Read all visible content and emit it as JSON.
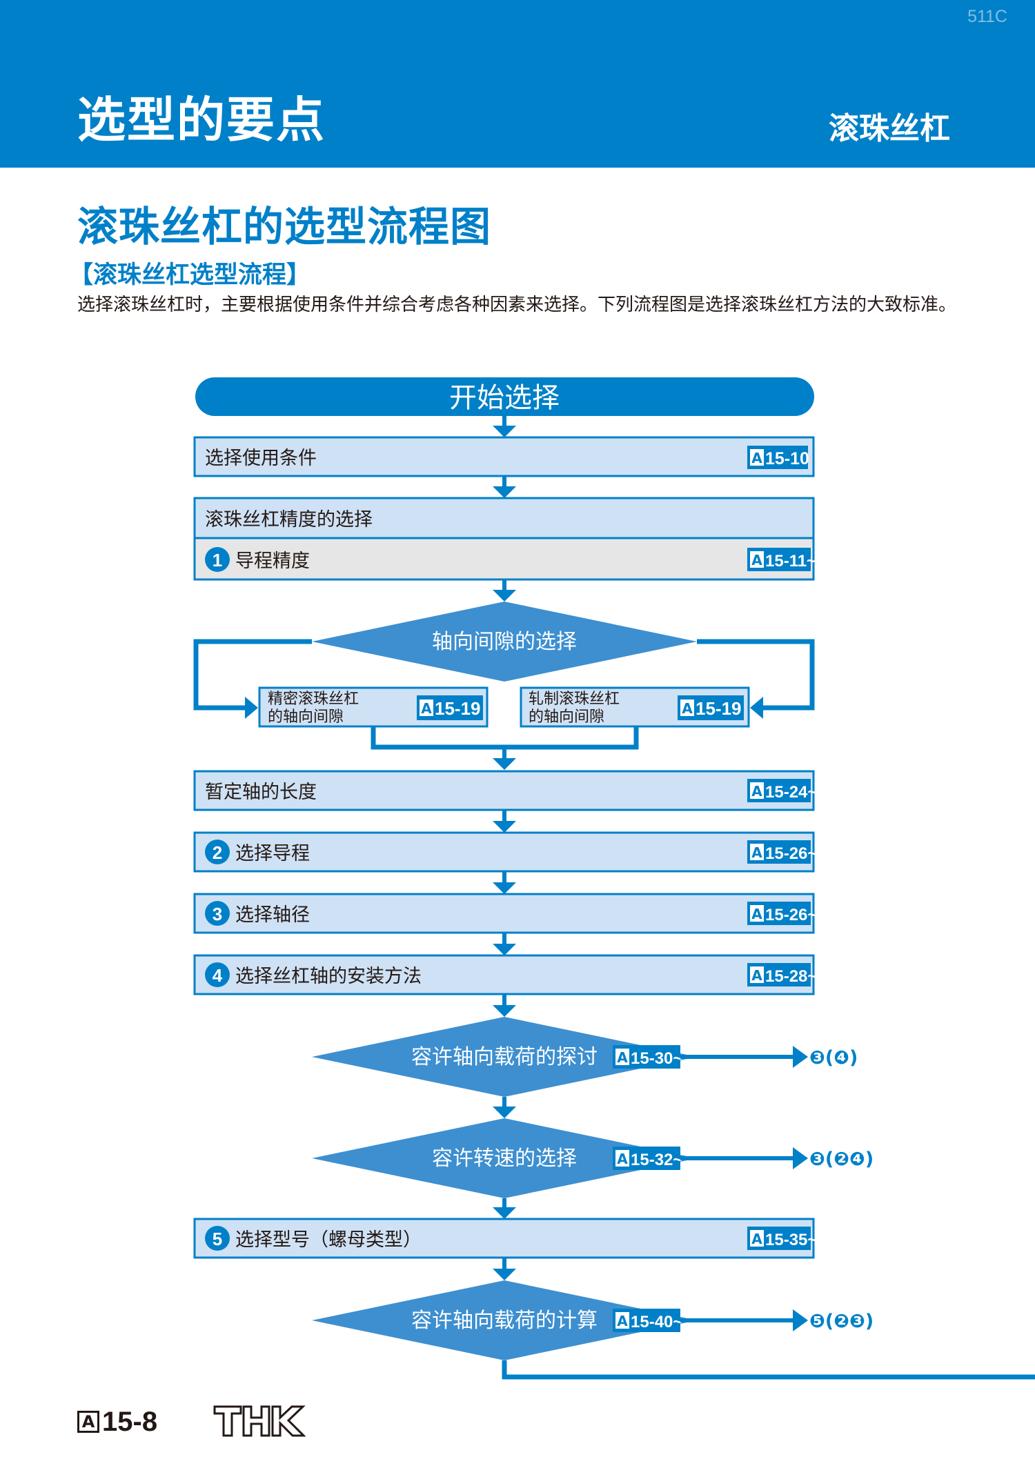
{
  "header": {
    "page_code": "511C",
    "title": "选型的要点",
    "subtitle": "滚珠丝杠"
  },
  "main_title": "滚珠丝杠的选型流程图",
  "section_title": "【滚珠丝杠选型流程】",
  "intro": "选择滚珠丝杠时，主要根据使用条件并综合考虑各种因素来选择。下列流程图是选择滚珠丝杠方法的大致标准。",
  "flow": {
    "start": "开始选择",
    "step_conditions": {
      "label": "选择使用条件",
      "ref": "15-10"
    },
    "accuracy_header": "滚珠丝杠精度的选择",
    "step_lead_accuracy": {
      "num": "1",
      "label": "导程精度",
      "ref": "15-11~"
    },
    "decision_axial_clearance": "轴向间隙的选择",
    "branch_precision": {
      "label_line1": "精密滚珠丝杠",
      "label_line2": "的轴向间隙",
      "ref": "15-19"
    },
    "branch_rolled": {
      "label_line1": "轧制滚珠丝杠",
      "label_line2": "的轴向间隙",
      "ref": "15-19"
    },
    "step_tentative_length": {
      "label": "暂定轴的长度",
      "ref": "15-24~"
    },
    "step_lead": {
      "num": "2",
      "label": "选择导程",
      "ref": "15-26~"
    },
    "step_diameter": {
      "num": "3",
      "label": "选择轴径",
      "ref": "15-26~"
    },
    "step_mounting": {
      "num": "4",
      "label": "选择丝杠轴的安装方法",
      "ref": "15-28~"
    },
    "decision_axial_load": {
      "label": "容许轴向载荷的探讨",
      "ref": "15-30~",
      "return": "❸(❹)"
    },
    "decision_speed": {
      "label": "容许转速的选择",
      "ref": "15-32~",
      "return": "❸(❷❹)"
    },
    "step_model": {
      "num": "5",
      "label": "选择型号（螺母类型）",
      "ref": "15-35~"
    },
    "decision_axial_calc": {
      "label": "容许轴向载荷的计算",
      "ref": "15-40~",
      "return": "❺(❷❸)"
    }
  },
  "footer": {
    "badge": "A",
    "page_number": "15-8",
    "logo": "THK"
  },
  "colors": {
    "brand_blue": "#0080c8",
    "box_fill": "#cfe1f4",
    "box_fill_gray": "#e6e6e6",
    "diamond_fill": "#3d8fd0"
  }
}
